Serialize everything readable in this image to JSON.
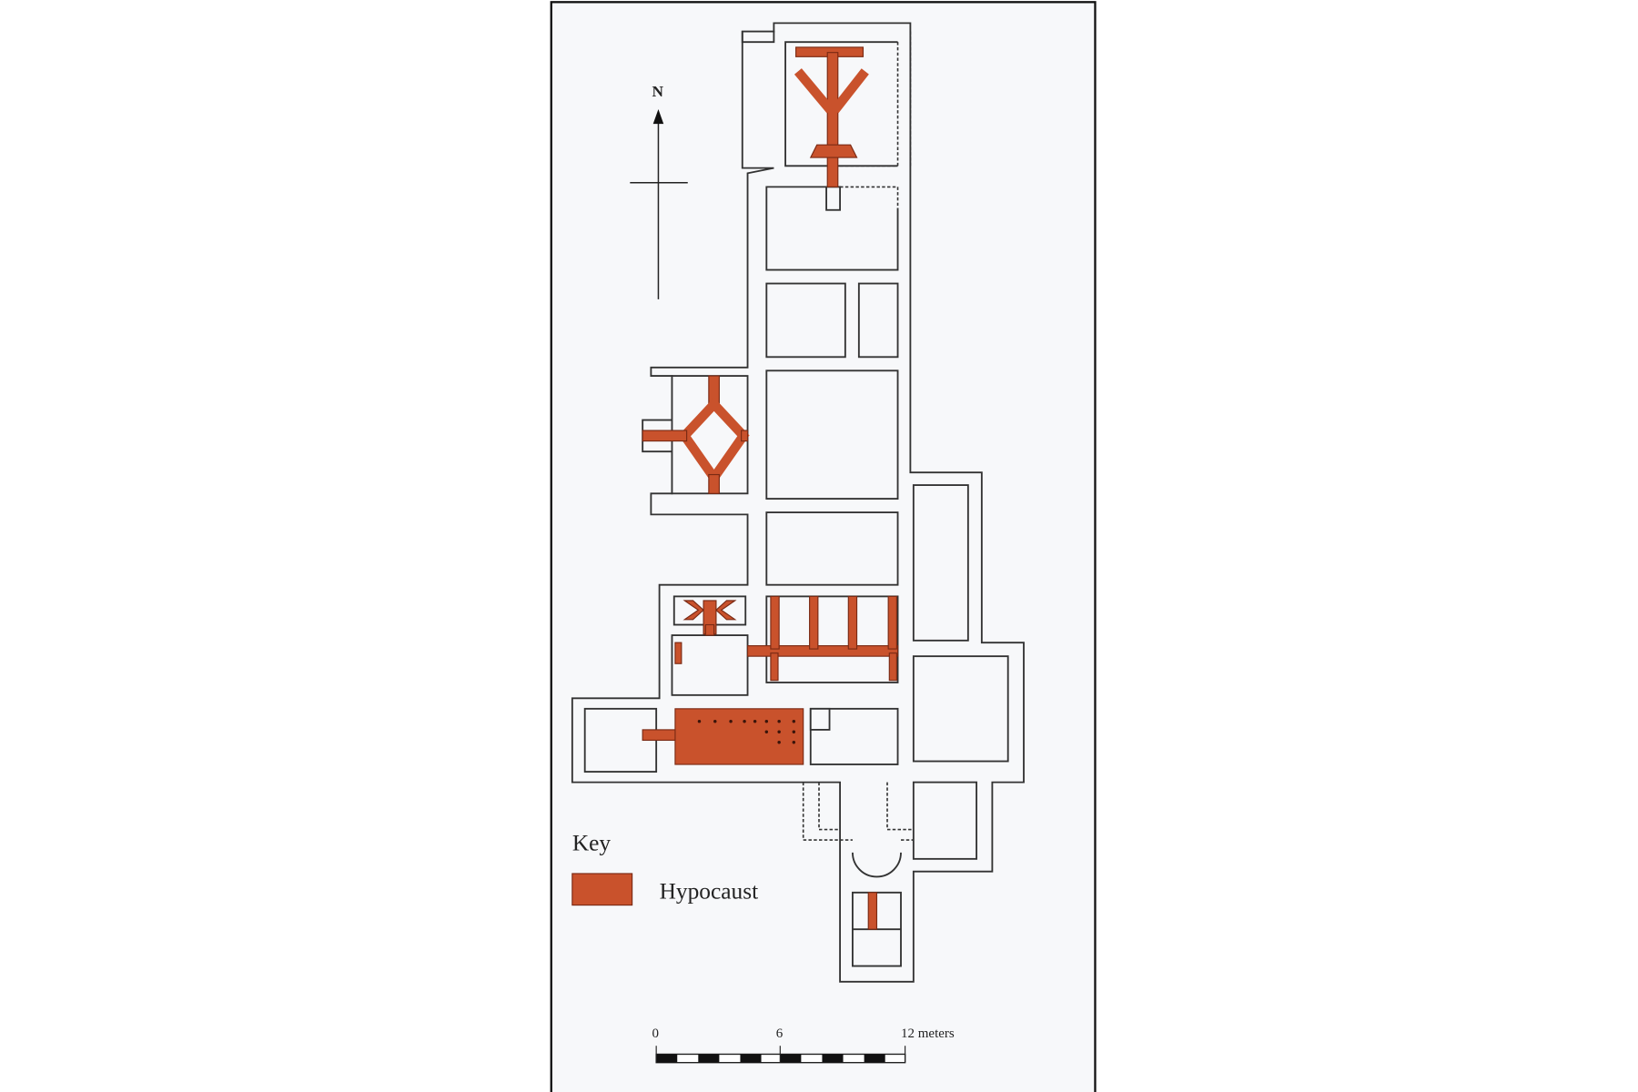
{
  "north_arrow": {
    "label": "N"
  },
  "legend": {
    "title": "Key",
    "items": [
      {
        "label": "Hypocaust",
        "color": "#c9522c"
      }
    ]
  },
  "scale_bar": {
    "ticks": [
      "0",
      "6",
      "12 meters"
    ]
  },
  "colors": {
    "hypocaust": "#c9522c",
    "walls": "#333333",
    "background": "#f7f8fa"
  }
}
